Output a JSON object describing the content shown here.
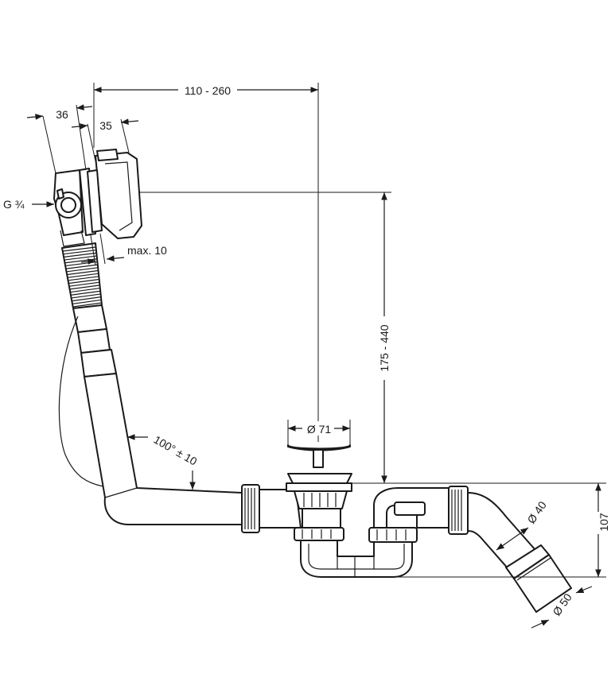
{
  "dimensions": {
    "overflow_offset": "110 - 260",
    "overflow_depth": "36",
    "rosette_depth": "35",
    "thread": "G ¾",
    "max_wall": "max. 10",
    "height_range": "175 - 440",
    "plug_diameter": "Ø 71",
    "bend_angle": "100° ± 10",
    "trap_height": "107",
    "inner_diameter": "Ø 40",
    "outer_diameter": "Ø 50"
  }
}
